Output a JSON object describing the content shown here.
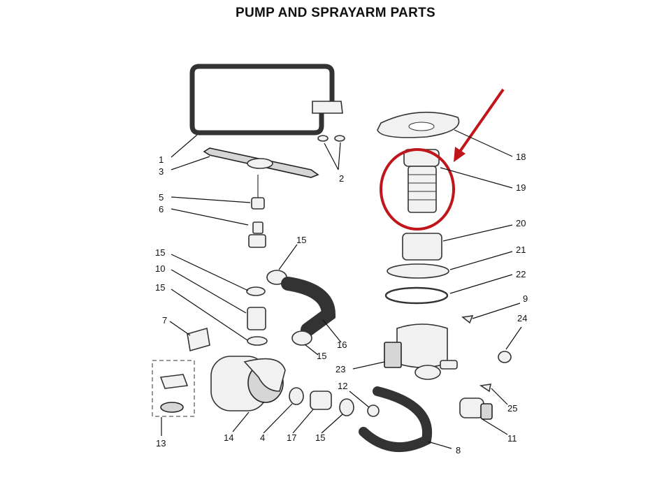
{
  "title": "PUMP AND SPRAYARM PARTS",
  "highlight": {
    "circle_color": "#c0151b",
    "arrow_color": "#c0151b",
    "part_number": "19"
  },
  "callouts": [
    {
      "id": "c1",
      "text": "1"
    },
    {
      "id": "c2",
      "text": "2"
    },
    {
      "id": "c3",
      "text": "3"
    },
    {
      "id": "c5",
      "text": "5"
    },
    {
      "id": "c6",
      "text": "6"
    },
    {
      "id": "c15a",
      "text": "15"
    },
    {
      "id": "c15b",
      "text": "15"
    },
    {
      "id": "c10",
      "text": "10"
    },
    {
      "id": "c15c",
      "text": "15"
    },
    {
      "id": "c7",
      "text": "7"
    },
    {
      "id": "c16",
      "text": "16"
    },
    {
      "id": "c15d",
      "text": "15"
    },
    {
      "id": "c23",
      "text": "23"
    },
    {
      "id": "c12",
      "text": "12"
    },
    {
      "id": "c13",
      "text": "13"
    },
    {
      "id": "c14",
      "text": "14"
    },
    {
      "id": "c4",
      "text": "4"
    },
    {
      "id": "c17",
      "text": "17"
    },
    {
      "id": "c15e",
      "text": "15"
    },
    {
      "id": "c8",
      "text": "8"
    },
    {
      "id": "c18",
      "text": "18"
    },
    {
      "id": "c19",
      "text": "19"
    },
    {
      "id": "c20",
      "text": "20"
    },
    {
      "id": "c21",
      "text": "21"
    },
    {
      "id": "c22",
      "text": "22"
    },
    {
      "id": "c9",
      "text": "9"
    },
    {
      "id": "c24",
      "text": "24"
    },
    {
      "id": "c25",
      "text": "25"
    },
    {
      "id": "c11",
      "text": "11"
    }
  ]
}
